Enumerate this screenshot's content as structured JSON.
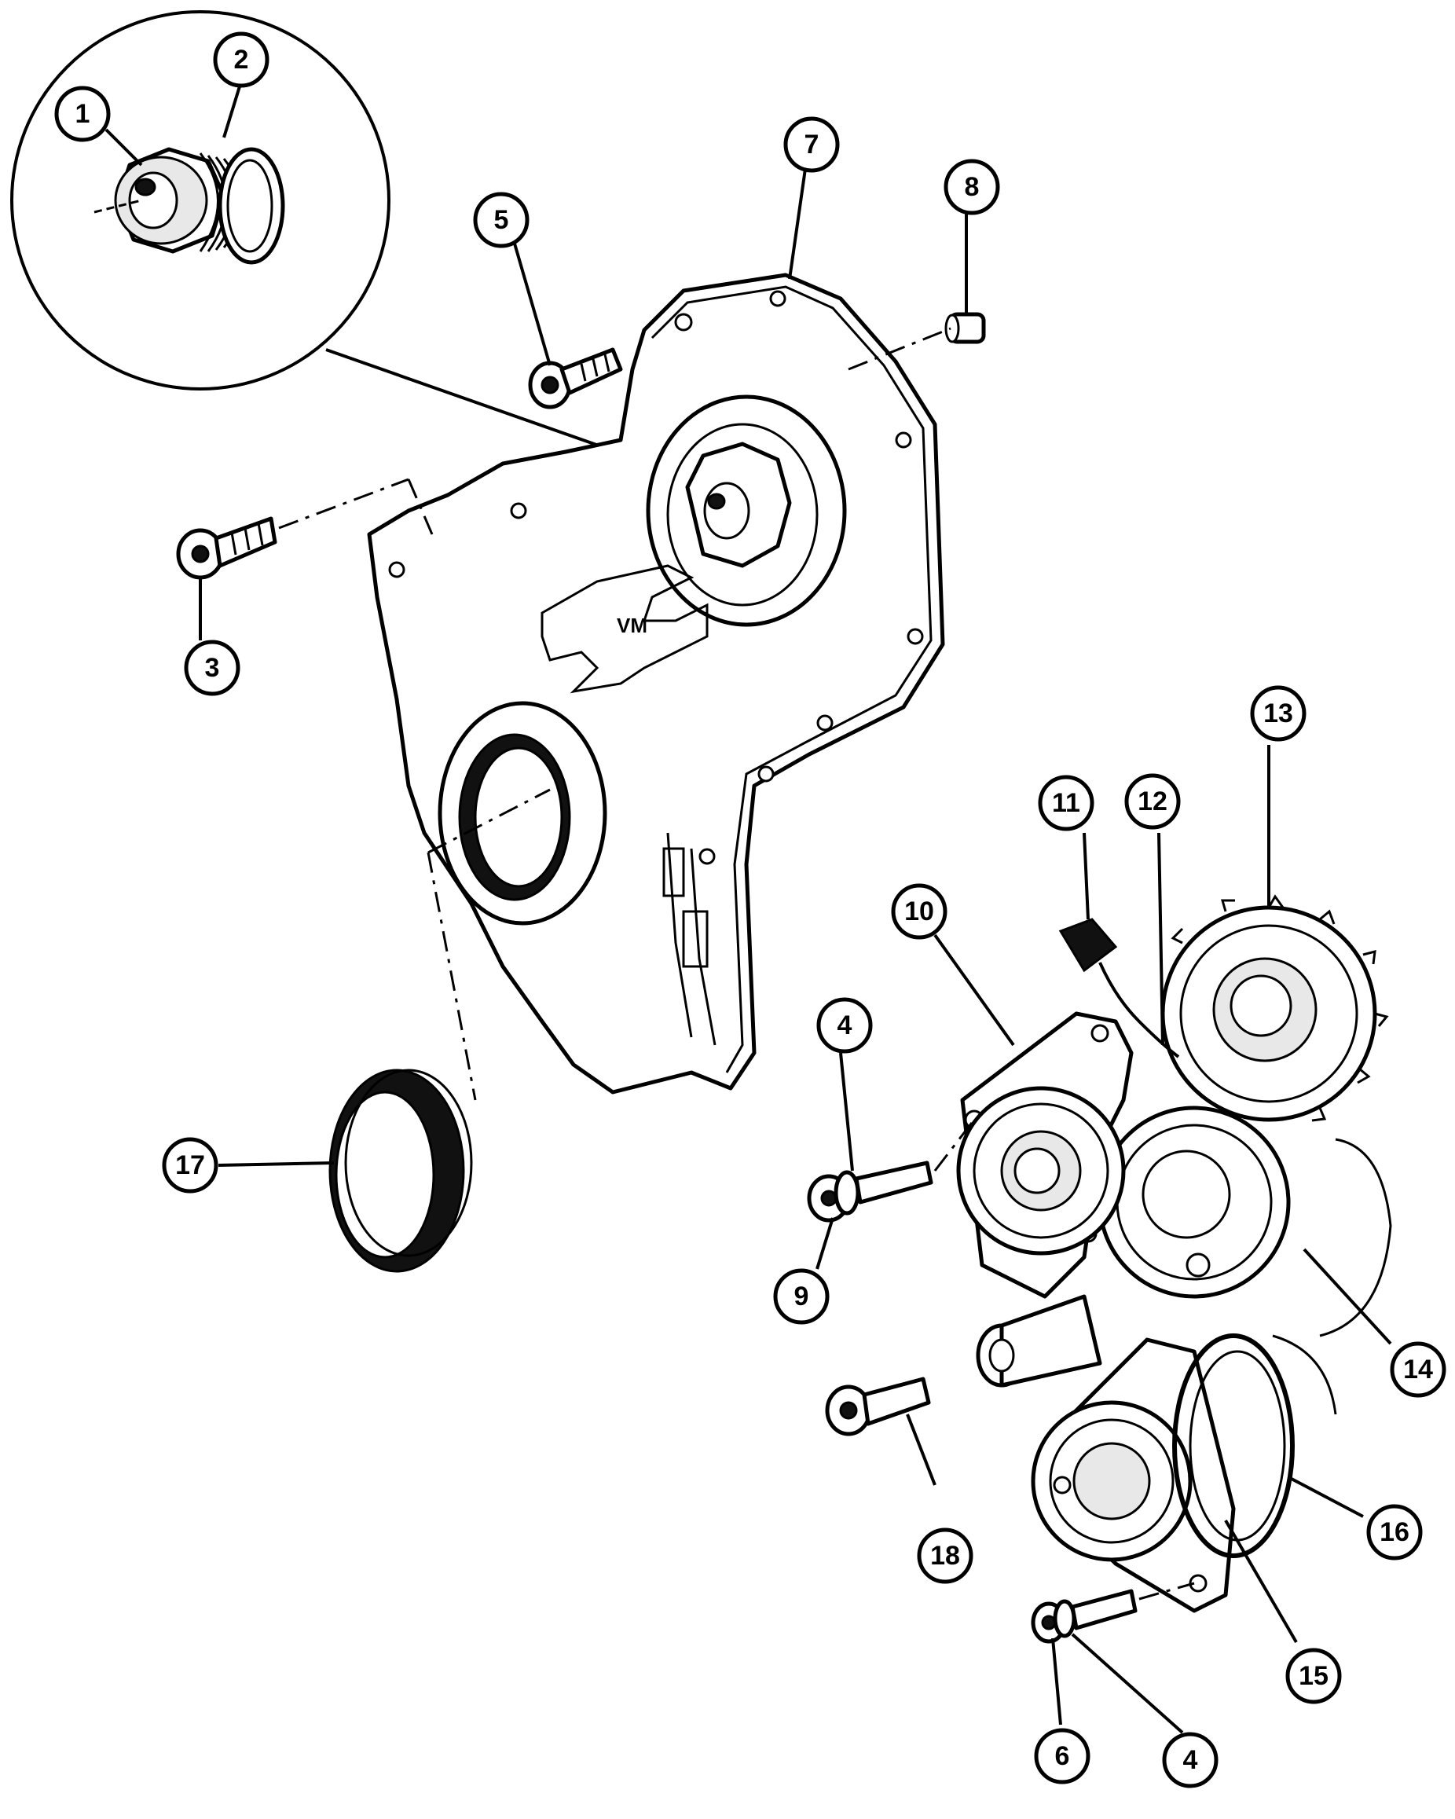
{
  "diagram": {
    "callouts": [
      {
        "id": "c1",
        "label": "1"
      },
      {
        "id": "c2",
        "label": "2"
      },
      {
        "id": "c3",
        "label": "3"
      },
      {
        "id": "c4a",
        "label": "4"
      },
      {
        "id": "c4b",
        "label": "4"
      },
      {
        "id": "c5",
        "label": "5"
      },
      {
        "id": "c6",
        "label": "6"
      },
      {
        "id": "c7",
        "label": "7"
      },
      {
        "id": "c8",
        "label": "8"
      },
      {
        "id": "c9",
        "label": "9"
      },
      {
        "id": "c10",
        "label": "10"
      },
      {
        "id": "c11",
        "label": "11"
      },
      {
        "id": "c12",
        "label": "12"
      },
      {
        "id": "c13",
        "label": "13"
      },
      {
        "id": "c14",
        "label": "14"
      },
      {
        "id": "c15",
        "label": "15"
      },
      {
        "id": "c16",
        "label": "16"
      },
      {
        "id": "c17",
        "label": "17"
      },
      {
        "id": "c18",
        "label": "18"
      }
    ],
    "colors": {
      "line": "#000000",
      "background": "#ffffff",
      "shade": "#e8e8e8"
    }
  }
}
